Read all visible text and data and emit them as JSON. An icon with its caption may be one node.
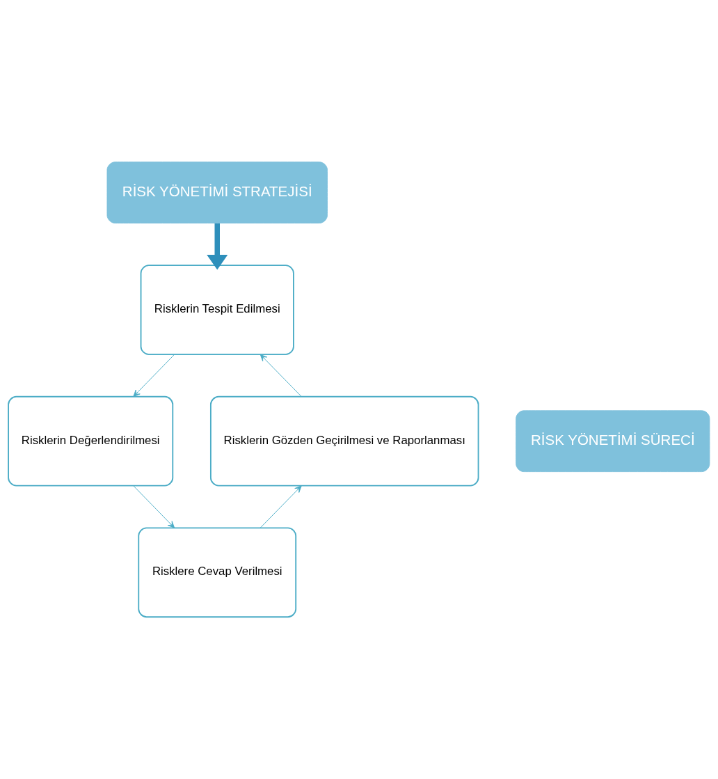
{
  "diagram": {
    "nodes": [
      {
        "text": [
          "RİSK YÖNETİMİ STRATEJİSİ"
        ]
      },
      {
        "text": [
          "Risklerin Tespit Edilmesi"
        ]
      },
      {
        "text": [
          "Risklerin Değerlendirilmesi"
        ]
      },
      {
        "text": [
          "Risklere Cevap Verilmesi"
        ]
      },
      {
        "text": [
          "Risklerin Gözden Geçirilmesi ve Raporlanması"
        ]
      },
      {
        "text": [
          "RİSK YÖNETİMİ SÜRECİ"
        ]
      }
    ],
    "edges": [
      {
        "from": 0,
        "to": 1,
        "arrow": "to",
        "style": "thick",
        "color": "#2e8fbb"
      },
      {
        "from": 1,
        "to": 2,
        "arrow": "to"
      },
      {
        "from": 2,
        "to": 3,
        "arrow": "to"
      },
      {
        "from": 3,
        "to": 4,
        "arrow": "to"
      },
      {
        "from": 4,
        "to": 1,
        "arrow": "to"
      }
    ]
  }
}
